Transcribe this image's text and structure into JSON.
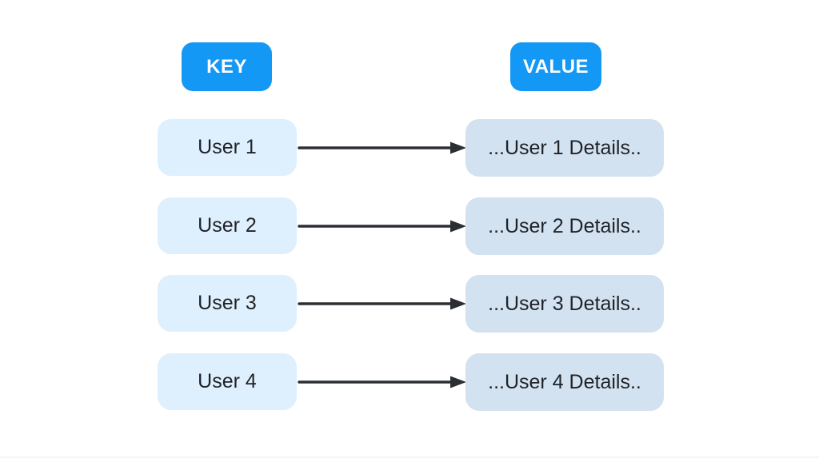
{
  "diagram": {
    "headers": {
      "key": "KEY",
      "value": "VALUE"
    },
    "rows": [
      {
        "key": "User 1",
        "value": "...User 1 Details.."
      },
      {
        "key": "User 2",
        "value": "...User 2 Details.."
      },
      {
        "key": "User 3",
        "value": "...User 3 Details.."
      },
      {
        "key": "User 4",
        "value": "...User 4 Details.."
      }
    ],
    "colors": {
      "header_bg": "#1398f5",
      "header_text": "#ffffff",
      "key_box_bg": "#def0fd",
      "value_box_bg": "#d3e2f0",
      "arrow": "#2b2e33",
      "box_text": "#1f2227",
      "background": "#ffffff"
    }
  }
}
